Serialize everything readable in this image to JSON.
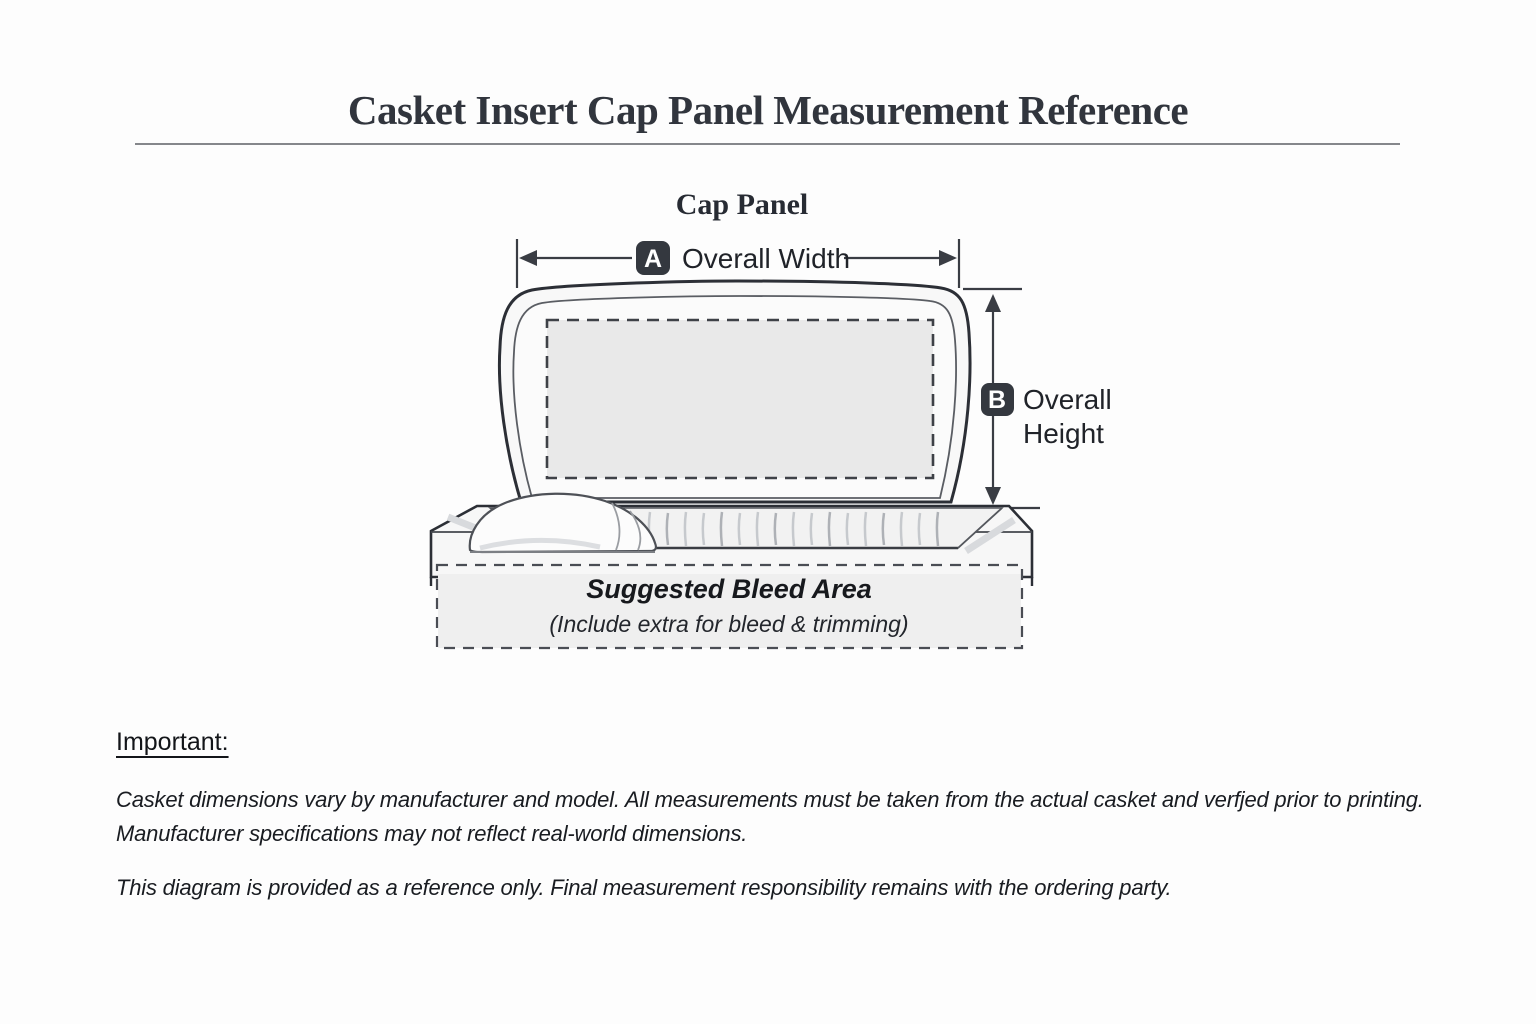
{
  "title": "Casket Insert Cap Panel Measurement Reference",
  "diagram": {
    "cap_panel_label": "Cap Panel",
    "width_dimension": {
      "badge": "A",
      "label": "Overall Width"
    },
    "height_dimension": {
      "badge": "B",
      "label_line1": "Overall",
      "label_line2": "Height"
    },
    "bleed_area": {
      "title": "Suggested Bleed Area",
      "subtitle": "(Include extra for bleed & trimming)"
    }
  },
  "notes": {
    "heading": "Important:",
    "paragraph1_lines": [
      "Casket dimensions vary by manufacturer and model. All measurements must be taken from the actual casket and verfjed prior to printing.",
      "Manufacturer specifications may not reflect real-world dimensions."
    ],
    "paragraph2": "This diagram is provided as a reference only. Final measurement responsibility remains with the ordering party."
  },
  "colors": {
    "background": "#fdfdfd",
    "ink": "#2c2f36",
    "dimension_lines": "#3a3d44",
    "badge_background": "#34383f",
    "badge_text": "#ffffff",
    "panel_fill": "#e9e9e9",
    "bleed_fill": "#efefef",
    "title_text": "#31353d"
  }
}
